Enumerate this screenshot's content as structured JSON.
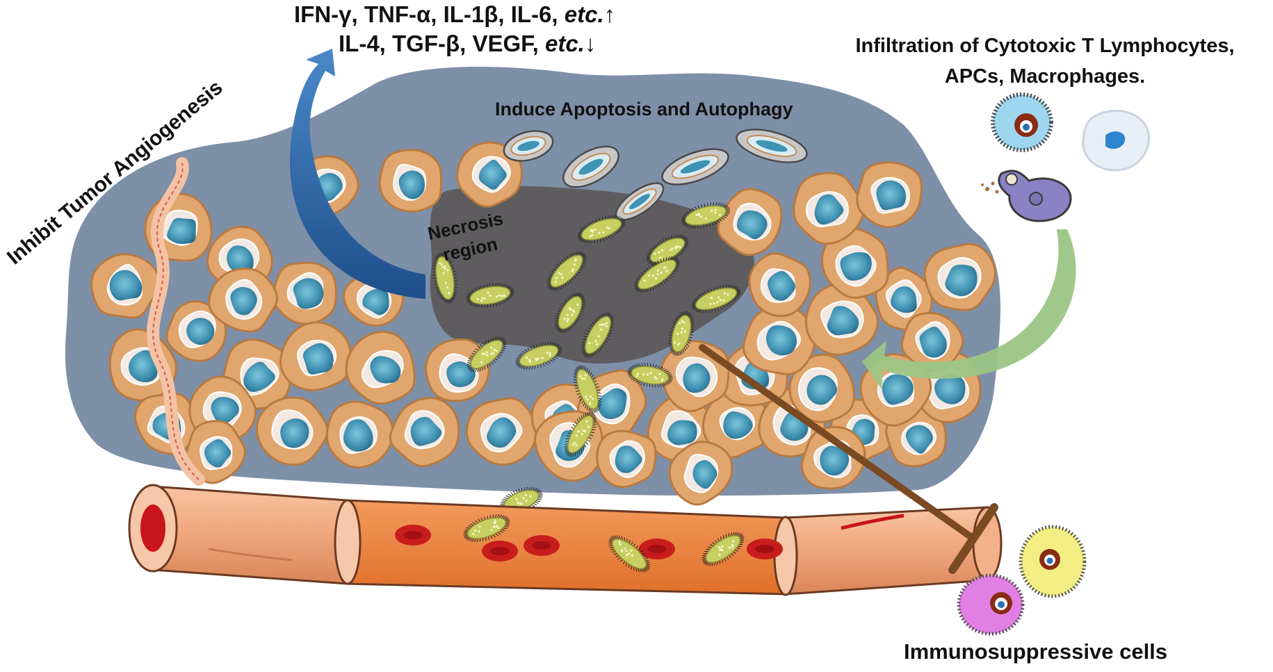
{
  "labels": {
    "cytokines_up_prefix": "IFN-γ, TNF-α, IL-1β, IL-6, ",
    "cytokines_up_etc": "etc.",
    "cytokines_up_arrow": "↑",
    "cytokines_down_prefix": "IL-4, TGF-β, VEGF, ",
    "cytokines_down_etc": "etc.",
    "cytokines_down_arrow": "↓",
    "apoptosis": "Induce Apoptosis and Autophagy",
    "necrosis_line1": "Necrosis",
    "necrosis_line2": "region",
    "angiogenesis": "Inhibit Tumor Angiogenesis",
    "infiltration_line1": "Infiltration of Cytotoxic T Lymphocytes,",
    "infiltration_line2": "APCs, Macrophages.",
    "immunosuppressive": "Immunosuppressive cells"
  },
  "colors": {
    "tumor_mass": "#7e8fa8",
    "tumor_cell": "#e0a66e",
    "tumor_cell_edge": "#b87a40",
    "nucleus": "#3f93b3",
    "nucleus_light": "#a8dcea",
    "necrosis": "#5d5a5a",
    "bacteria": "#c7cf62",
    "bacteria_hair": "#262626",
    "vessel": "#f0a57c",
    "vessel_inner": "#e9762e",
    "rbc": "#c81d1d",
    "blue_arrow": "#2a65a8",
    "green_arrow": "#9bc584",
    "inhibit_bar": "#7a4a22"
  }
}
